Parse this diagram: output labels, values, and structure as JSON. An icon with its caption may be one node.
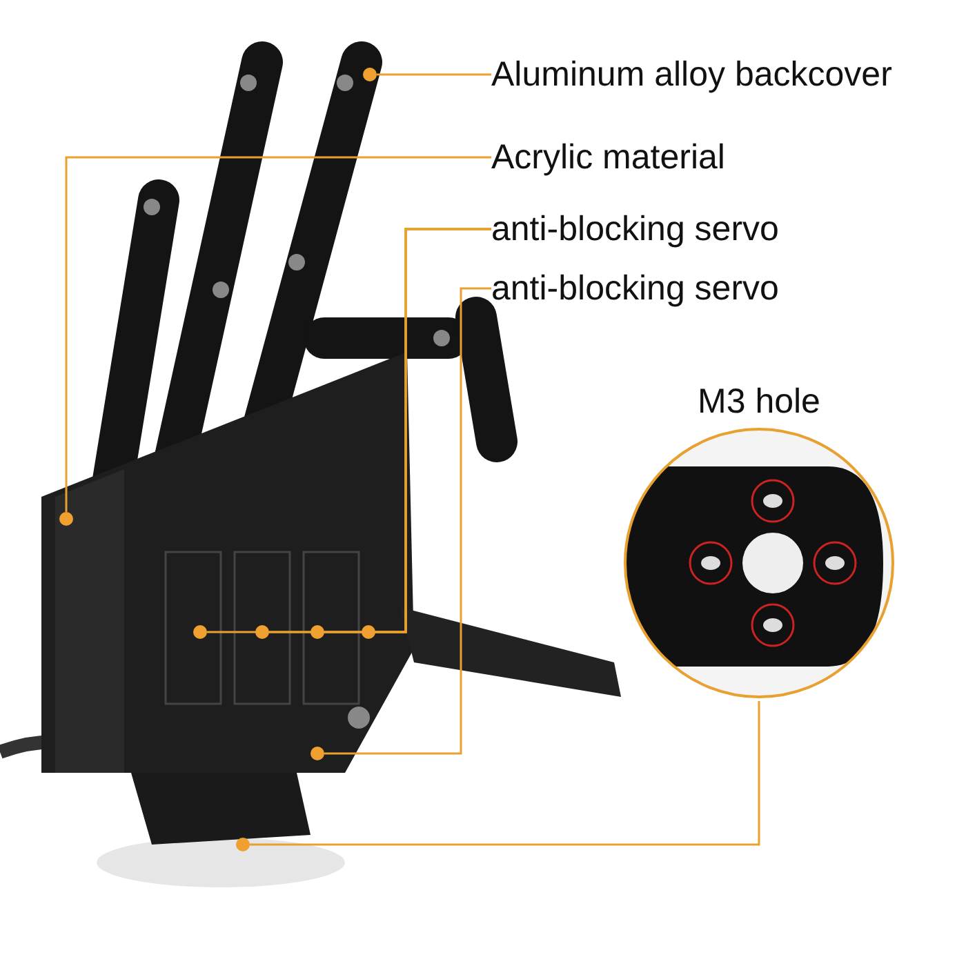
{
  "diagram": {
    "nodes": [
      {
        "text": [],
        "shape": "picture"
      },
      {
        "text": [
          "Aluminum alloy backcover"
        ]
      },
      {
        "text": [
          "Acrylic material"
        ]
      },
      {
        "text": [
          "anti-blocking servo"
        ]
      },
      {
        "text": [
          "anti-blocking servo"
        ]
      },
      {
        "text": [
          "M3 hole"
        ]
      },
      {
        "text": [],
        "shape": "circle",
        "in": 0
      },
      {
        "text": [],
        "shape": "circle",
        "in": 0
      },
      {
        "text": [],
        "shape": "circle",
        "in": 0
      },
      {
        "text": [],
        "shape": "circle",
        "in": 0
      },
      {
        "text": [],
        "shape": "circle",
        "in": 0
      },
      {
        "text": [],
        "shape": "circle",
        "in": 0
      },
      {
        "text": [],
        "shape": "circle",
        "in": 0
      },
      {
        "text": [],
        "shape": "circle",
        "in": 0
      }
    ],
    "edges": [
      {
        "from": 1,
        "to": 6,
        "arrow": "none"
      },
      {
        "from": 2,
        "to": 7,
        "arrow": "none"
      },
      {
        "from": 3,
        "to": 8,
        "arrow": "none"
      },
      {
        "from": 3,
        "to": 9,
        "arrow": "none"
      },
      {
        "from": 3,
        "to": 10,
        "arrow": "none"
      },
      {
        "from": 3,
        "to": 11,
        "arrow": "none"
      },
      {
        "from": 4,
        "to": 12,
        "arrow": "none"
      },
      {
        "from": 5,
        "to": 13,
        "arrow": "none"
      }
    ]
  }
}
